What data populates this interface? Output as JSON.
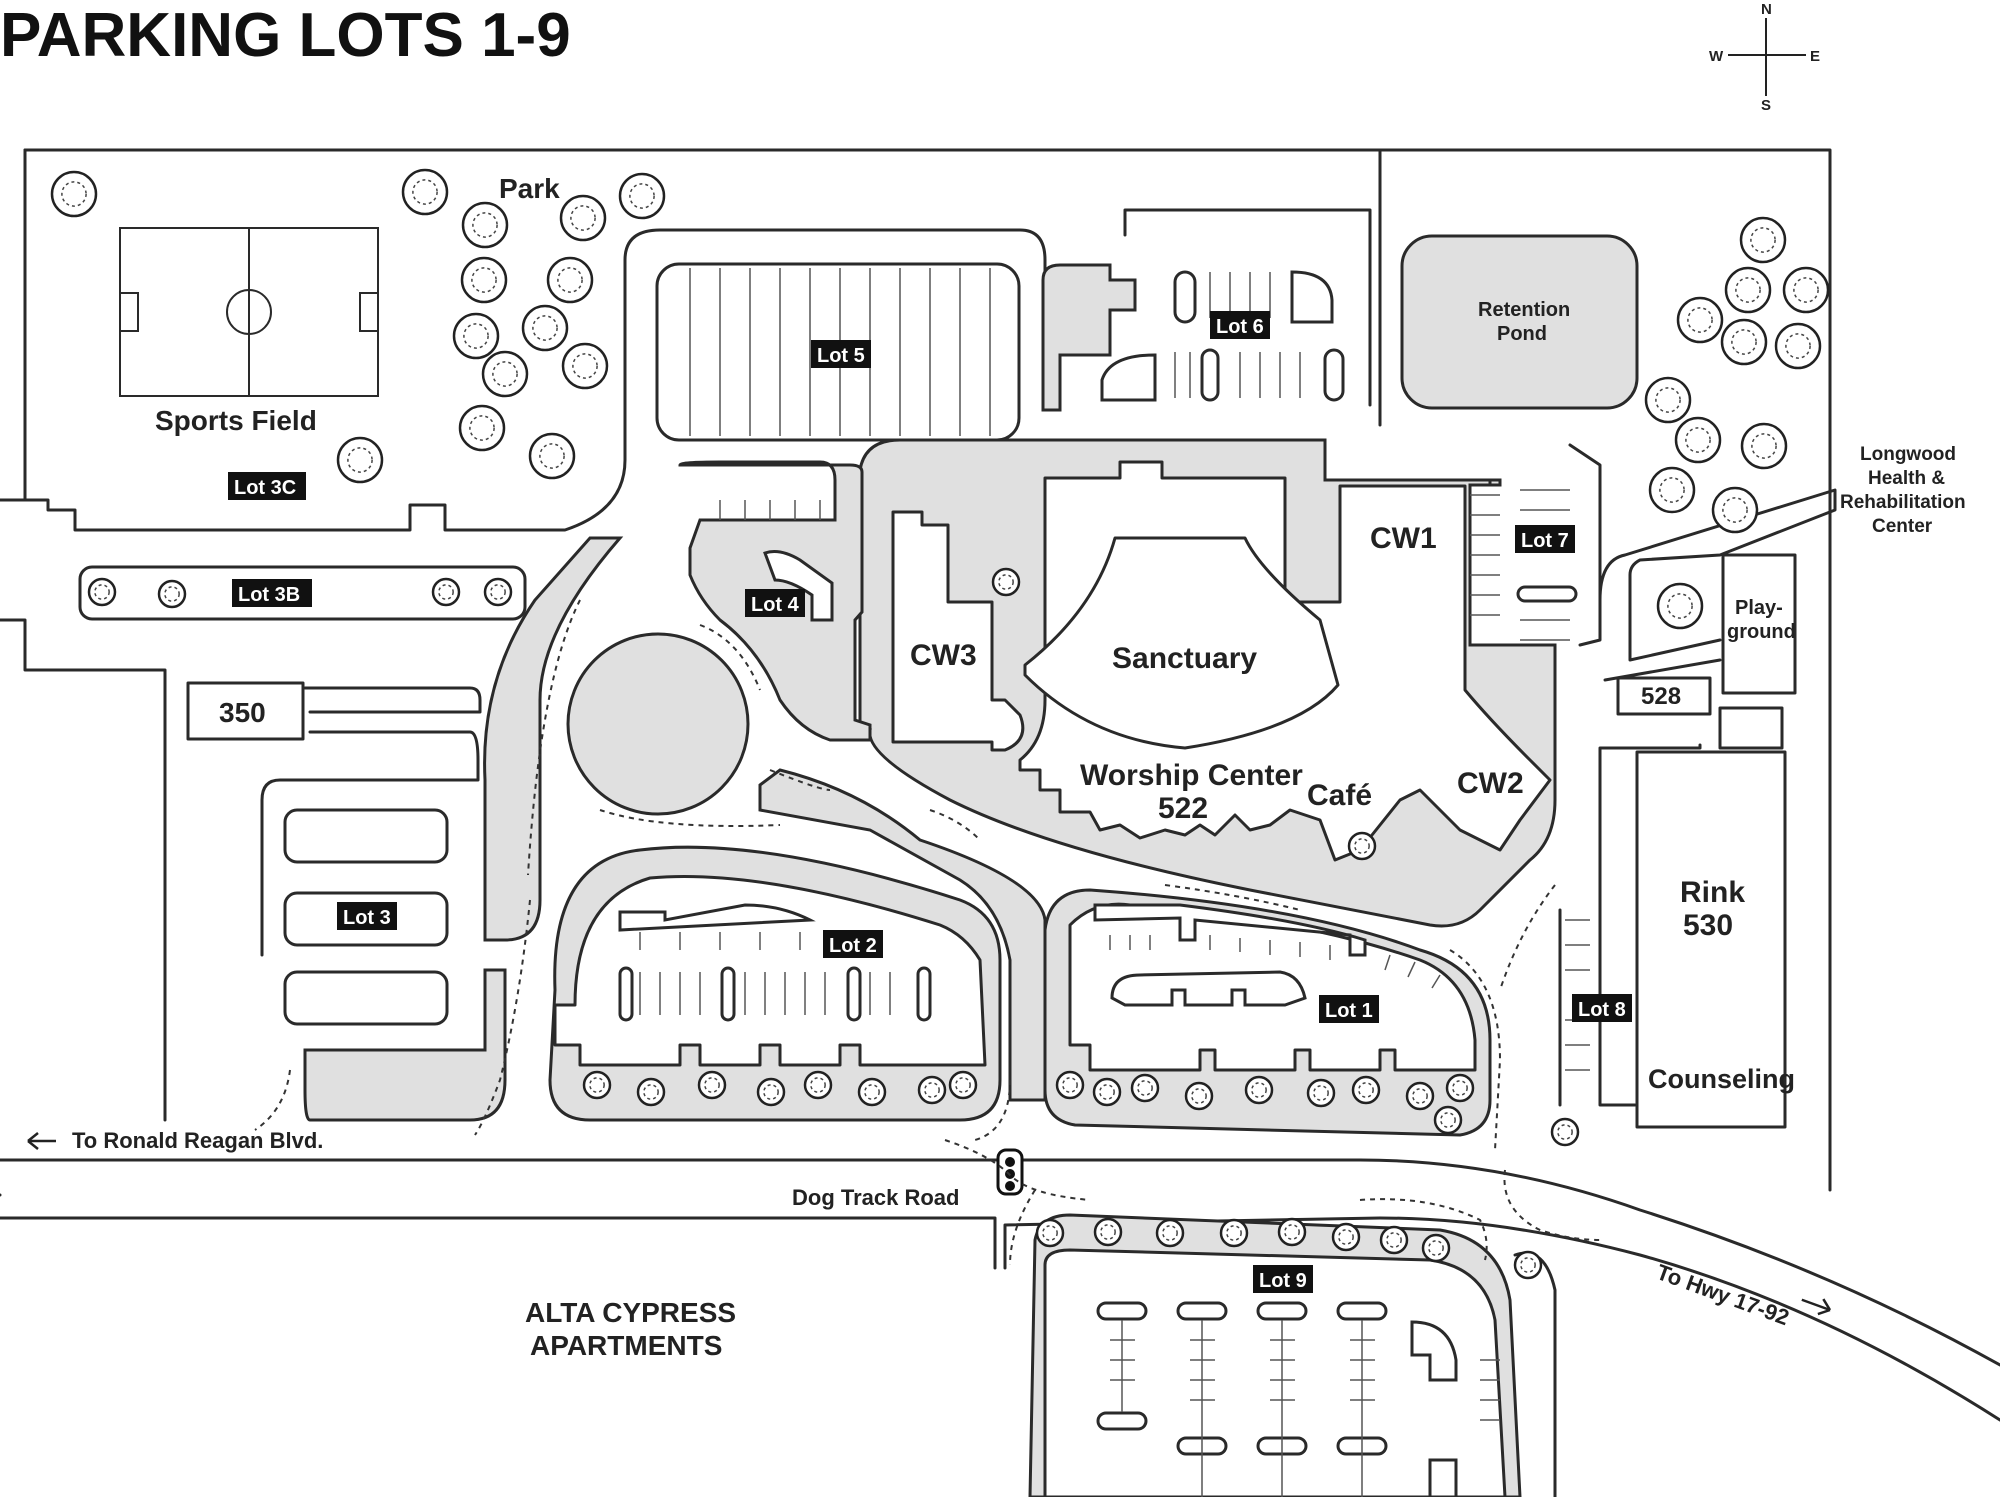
{
  "title": "PARKING LOTS 1-9",
  "compass": {
    "n": "N",
    "s": "S",
    "e": "E",
    "w": "W"
  },
  "lots": {
    "lot1": "Lot 1",
    "lot2": "Lot 2",
    "lot3": "Lot 3",
    "lot3b": "Lot 3B",
    "lot3c": "Lot 3C",
    "lot4": "Lot 4",
    "lot5": "Lot 5",
    "lot6": "Lot 6",
    "lot7": "Lot 7",
    "lot8": "Lot 8",
    "lot9": "Lot 9"
  },
  "places": {
    "park": "Park",
    "sports_field": "Sports Field",
    "retention_pond_1": "Retention",
    "retention_pond_2": "Pond",
    "building_350": "350",
    "building_528": "528",
    "cw1": "CW1",
    "cw2": "CW2",
    "cw3": "CW3",
    "sanctuary": "Sanctuary",
    "worship_center": "Worship Center",
    "worship_center_num": "522",
    "cafe": "Café",
    "playground_1": "Play-",
    "playground_2": "ground",
    "rink": "Rink",
    "rink_num": "530",
    "counseling": "Counseling",
    "longwood_1": "Longwood",
    "longwood_2": "Health &",
    "longwood_3": "Rehabilitation",
    "longwood_4": "Center",
    "alta_1": "ALTA CYPRESS",
    "alta_2": "APARTMENTS"
  },
  "roads": {
    "dog_track": "Dog Track Road",
    "to_reagan": "To Ronald Reagan Blvd.",
    "to_hwy": "To Hwy 17-92"
  },
  "icons": [
    "traffic-light-icon",
    "tree-icon",
    "compass-icon",
    "arrow-left-icon",
    "arrow-right-icon"
  ]
}
